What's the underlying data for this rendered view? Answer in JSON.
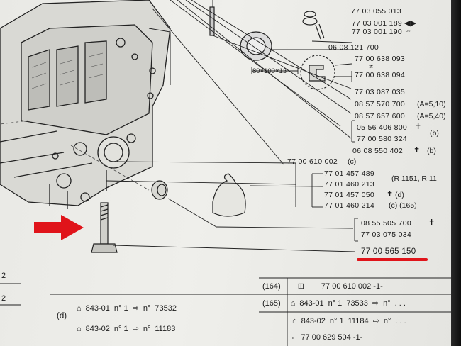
{
  "parts": {
    "p1": "77 03 055 013",
    "p2": "77 03 001 189",
    "p3": "77 03 001 190",
    "p4": "06 08 121 700",
    "p5": "77 00 638 093",
    "p6": "77 00 638 094",
    "p7": "77 03 087 035",
    "p8": "08 57 570 700",
    "p9": "08 57 657 600",
    "p10": "05 56 406 800",
    "p11": "77 00 580 324",
    "p12": "06 08 550 402",
    "p13": "77 00 610 002",
    "p14": "77 01 457 489",
    "p15": "77 01 460 213",
    "p16": "77 01 457 050",
    "p17": "77 01 460 214",
    "p18": "08 55 505 700",
    "p19": "77 03 075 034",
    "p20": "77 00 565 150"
  },
  "notes": {
    "dim": "80×100×13",
    "a510": "(A=5,10)",
    "a540": "(A=5,40)",
    "b1": "(b)",
    "b2": "(b)",
    "c1": "(c)",
    "r1151": "(R 1151, R 11",
    "d": "(d)",
    "c165": "(c) (165)",
    "ne": "≠",
    "cross": "✝"
  },
  "table": {
    "r164_ref": "(164)",
    "r164_part": "77 00 610 002 -1-",
    "r165_ref": "(165)",
    "rowA_engine": "843-01",
    "rowA_n": "n° 1",
    "rowA_serial": "73533",
    "rowB_engine": "843-02",
    "rowB_n": "n° 1",
    "rowB_serial": "11184",
    "bottom_part": "77 00 629 504 -1-",
    "left_d": "(d)",
    "left_rowA_engine": "843-01",
    "left_rowA_n": "n° 1",
    "left_rowA_serial": "73532",
    "left_rowB_engine": "843-02",
    "left_rowB_n": "n° 1",
    "left_rowB_serial": "11183",
    "n_deg": "n°",
    "dots": ". . .",
    "left_edge_num": "2",
    "left_edge_num2": "2"
  },
  "highlight": {
    "arrow_color": "#e0141a",
    "underline_color": "#e0141a"
  }
}
